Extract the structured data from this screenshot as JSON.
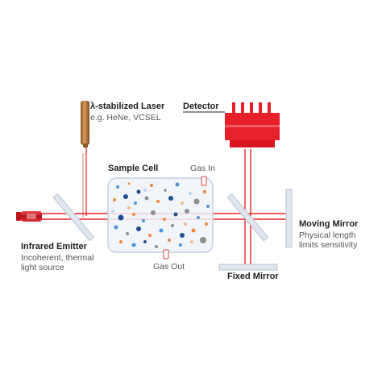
{
  "labels": {
    "laser_title": "λ-stabilized Laser",
    "laser_sub": "e.g. HeNe, VCSEL",
    "detector": "Detector",
    "sample_cell": "Sample Cell",
    "gas_in": "Gas In",
    "gas_out": "Gas Out",
    "ir_title": "Infrared Emitter",
    "ir_sub_1": "Incoherent, thermal",
    "ir_sub_2": "light source",
    "moving_title": "Moving Mirror",
    "moving_sub_1": "Physical length",
    "moving_sub_2": "limits sensitivity",
    "fixed_mirror": "Fixed Mirror"
  },
  "colors": {
    "beam": "#e8202a",
    "detector": "#e8202a",
    "laser_body": "#c98a4b",
    "cell_fill": "#eef3f9",
    "optic": "#dfe6ee",
    "text": "#1e1e1e",
    "leader": "#b05a3a"
  },
  "particle_colors": [
    "#1f4e8c",
    "#4f95d8",
    "#f08a3c",
    "#8f8e8a",
    "#bcd6ee",
    "#f3b98a"
  ]
}
